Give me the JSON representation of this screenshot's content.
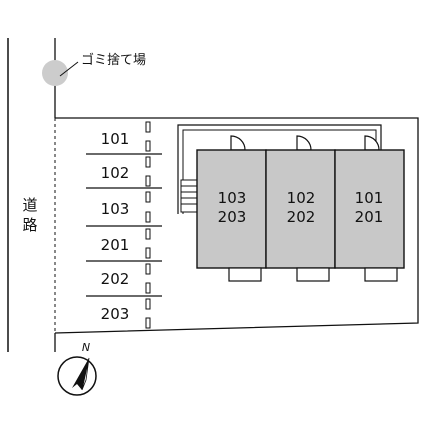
{
  "map": {
    "road_label_chars": [
      "道",
      "路"
    ],
    "garbage_label": "ゴミ捨て場",
    "parking_spaces": [
      "101",
      "102",
      "103",
      "201",
      "202",
      "203"
    ],
    "buildings": [
      {
        "top": "103",
        "bottom": "203"
      },
      {
        "top": "102",
        "bottom": "202"
      },
      {
        "top": "101",
        "bottom": "201"
      }
    ],
    "compass": {
      "north_label": "N"
    },
    "colors": {
      "building_fill": "#c8c8c8",
      "garbage_spot": "#cccccc",
      "line": "#111111"
    }
  }
}
